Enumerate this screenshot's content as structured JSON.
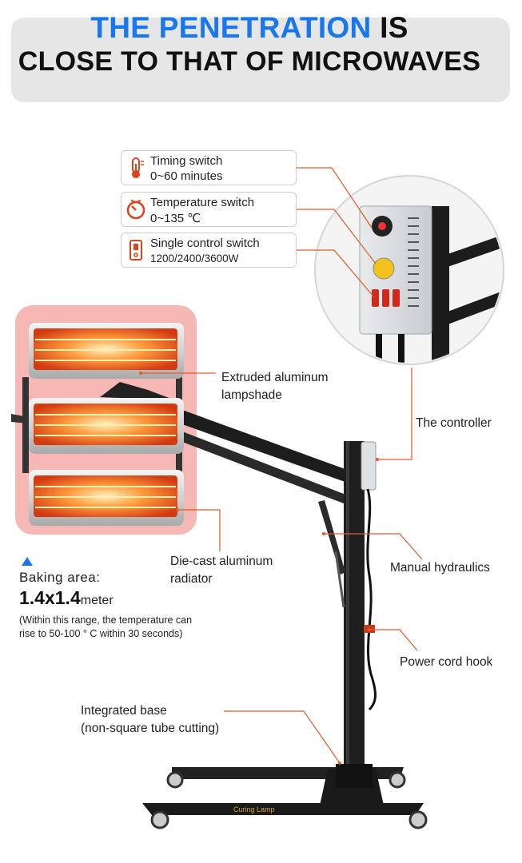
{
  "header": {
    "title_highlight": "THE PENETRATION",
    "title_rest": "IS",
    "title_line2": "CLOSE TO THAT OF MICROWAVES"
  },
  "switches": [
    {
      "icon": "thermometer-icon",
      "title": "Timing switch",
      "value": "0~60 minutes"
    },
    {
      "icon": "timer-icon",
      "title": "Temperature switch",
      "value": "0~135 ℃"
    },
    {
      "icon": "rocker-switch-icon",
      "title": "Single control switch",
      "value": "1200/2400/3600W"
    }
  ],
  "callouts": {
    "lampshade_line1": "Extruded aluminum",
    "lampshade_line2": "lampshade",
    "controller": "The controller",
    "radiator_line1": "Die-cast aluminum",
    "radiator_line2": "radiator",
    "hydraulics": "Manual hydraulics",
    "power_cord": "Power cord hook",
    "base_line1": "Integrated base",
    "base_line2": "(non-square tube cutting)"
  },
  "baking": {
    "title": "Baking area:",
    "value": "1.4x1.4",
    "unit": "meter",
    "note_line1": "(Within this range, the temperature can",
    "note_line2": "rise to 50-100 ° C within 30 seconds)"
  },
  "base_brand_text": "Curing  Lamp",
  "colors": {
    "accent_blue": "#1877ee",
    "leader_line": "#e05a2a",
    "highlight_pink": "#f6b8b4",
    "lamp_glow": "#ff7a2e"
  }
}
